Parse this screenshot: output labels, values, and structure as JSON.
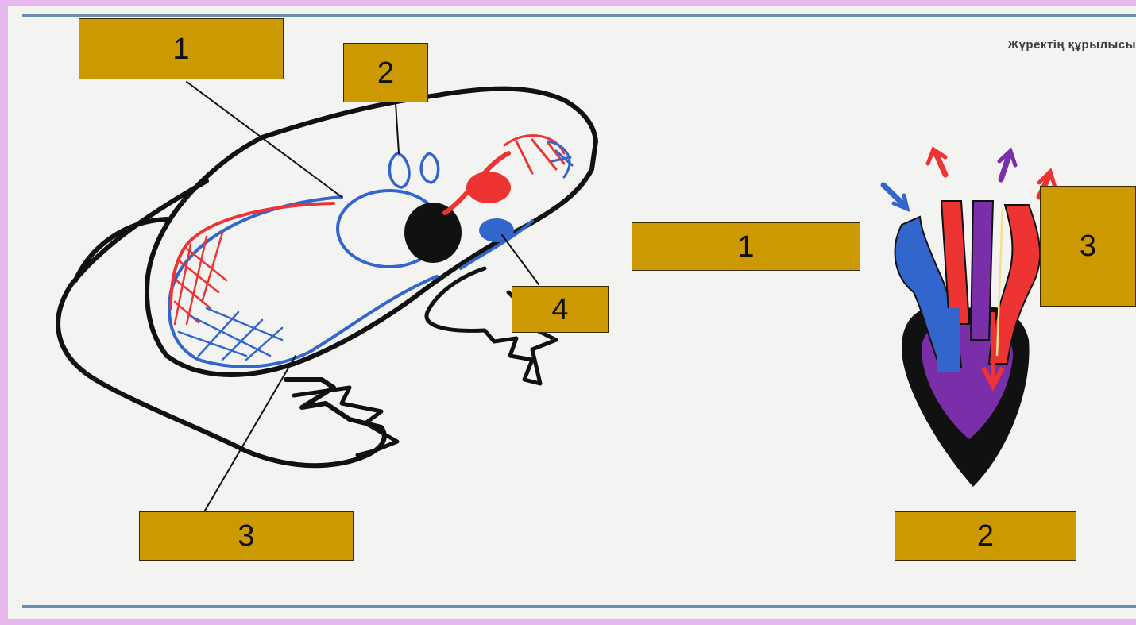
{
  "heading": "Жүректің құрылысы",
  "colors": {
    "label_fill": "#cc9900",
    "arterial": "#ee3333",
    "venous": "#3366cc",
    "mixed": "#7a2ea8",
    "outline": "#111111",
    "frame": "#e6b8ee"
  },
  "frog_labels": {
    "l1": "1",
    "l2": "2",
    "l3": "3",
    "l4": "4"
  },
  "heart_labels": {
    "l1": "1",
    "l2": "2",
    "l3": "3"
  }
}
